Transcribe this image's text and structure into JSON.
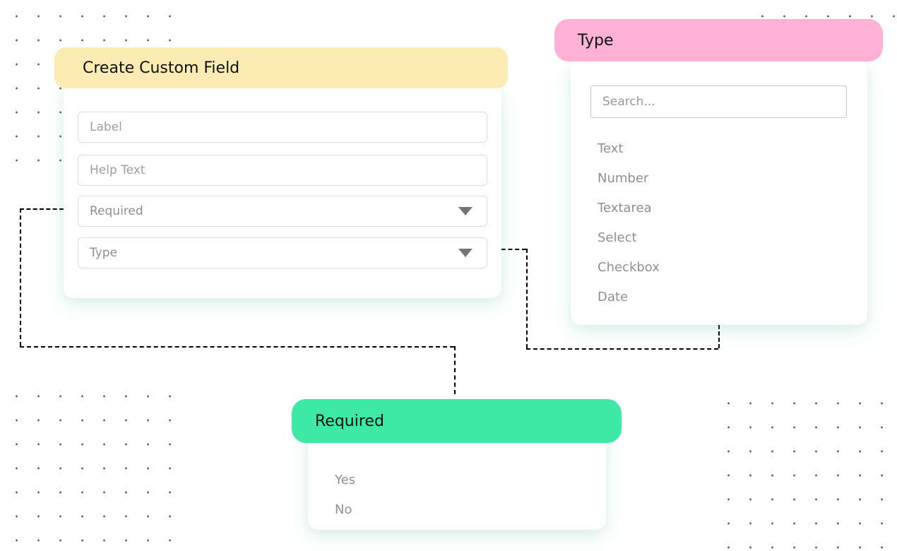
{
  "main_card": {
    "title": "Create Custom Field",
    "label_placeholder": "Label",
    "help_placeholder": "Help Text",
    "required_label": "Required",
    "type_label": "Type"
  },
  "type_card": {
    "title": "Type",
    "search_placeholder": "Search...",
    "options": [
      "Text",
      "Number",
      "Textarea",
      "Select",
      "Checkbox",
      "Date"
    ]
  },
  "required_card": {
    "title": "Required",
    "options": [
      "Yes",
      "No"
    ]
  },
  "colors": {
    "main_header_yellow": "#fcebb3",
    "type_header_pink": "#ffb2d5",
    "required_header_green": "#3ee9a5",
    "connector_teal": "#86e8cb",
    "connector_pink": "#ffc4dd"
  }
}
